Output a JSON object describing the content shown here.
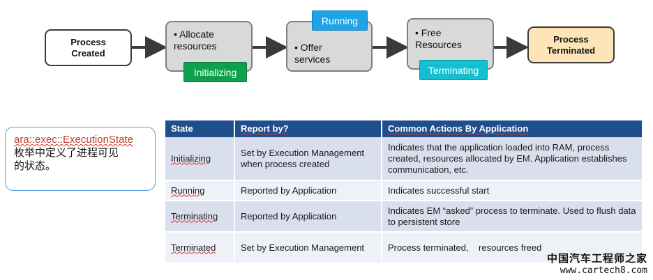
{
  "flow": {
    "created": "Process\nCreated",
    "allocate": [
      "• Allocate",
      "resources"
    ],
    "offer": [
      "• Offer",
      "services"
    ],
    "free": [
      "• Free",
      "Resources"
    ],
    "terminated": "Process\nTerminated",
    "badges": {
      "initializing": "Initializing",
      "running": "Running",
      "terminating": "Terminating"
    },
    "colors": {
      "initializing": "#0ea04b",
      "running": "#1ea3e6",
      "terminating": "#13bfd0",
      "terminated_fill": "#fde5b7"
    }
  },
  "note": {
    "line1": "ara::exec::ExecutionState",
    "line2": "枚举中定义了进程可见",
    "line3": "的状态。"
  },
  "table": {
    "headers": [
      "State",
      "Report by?",
      "Common Actions By Application"
    ],
    "rows": [
      [
        "Initializing",
        "Set by Execution Management when process created",
        "Indicates that the application loaded into RAM, process created, resources allocated by EM. Application establishes communication, etc."
      ],
      [
        "Running",
        "Reported by Application",
        "Indicates successful start"
      ],
      [
        "Terminating",
        "Reported by Application",
        "Indicates EM “asked” process to terminate. Used to flush data to persistent store"
      ],
      [
        "Terminated",
        "Set by Execution Management",
        "Process terminated,    resources freed"
      ]
    ]
  },
  "watermark": {
    "cn": "中国汽车工程师之家",
    "url": "www.cartech8.com"
  }
}
